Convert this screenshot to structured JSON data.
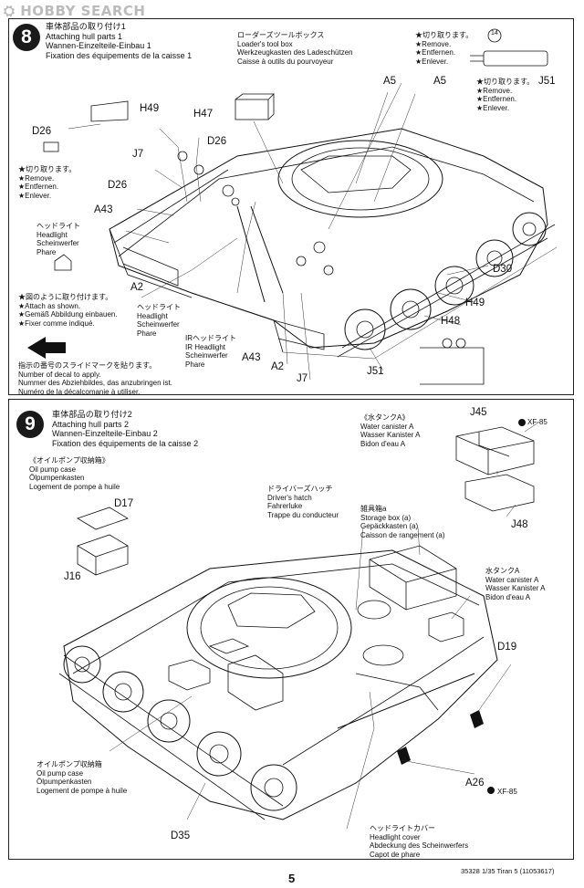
{
  "watermark": "HOBBY SEARCH",
  "step8": {
    "number": "8",
    "title": [
      "車体部品の取り付け1",
      "Attaching hull parts 1",
      "Wannen-Einzelteile-Einbau 1",
      "Fixation des équipements de la caisse 1"
    ],
    "toolbox": [
      "ローダーズツールボックス",
      "Loader's tool box",
      "Werkzeugkasten des Ladeschützen",
      "Caisse à outils du pourvoyeur"
    ],
    "remove_a": [
      "★切り取ります。",
      "★Remove.",
      "★Entfernen.",
      "★Enlever."
    ],
    "remove_b": [
      "★切り取ります。",
      "★Remove.",
      "★Entfernen.",
      "★Enlever."
    ],
    "remove_c": [
      "★切り取ります。",
      "★Remove.",
      "★Entfernen.",
      "★Enlever."
    ],
    "headlight": [
      "ヘッドライト",
      "Headlight",
      "Scheinwerfer",
      "Phare"
    ],
    "headlight2": [
      "ヘッドライト",
      "Headlight",
      "Scheinwerfer",
      "Phare"
    ],
    "ir_headlight": [
      "IRヘッドライト",
      "IR Headlight",
      "Scheinwerfer",
      "Phare"
    ],
    "attach": [
      "★図のように取り付けます。",
      "★Attach as shown.",
      "★Gemäß Abbildung einbauen.",
      "★Fixer comme indiqué."
    ],
    "decal": [
      "指示の番号のスライドマークを貼ります。",
      "Number of decal to apply.",
      "Nummer des Abziehbildes, das anzubringen ist.",
      "Numéro de la décalcomanie à utiliser."
    ],
    "callout": "14",
    "parts": {
      "A5a": "A5",
      "A5b": "A5",
      "J51a": "J51",
      "D26a": "D26",
      "H49": "H49",
      "H47": "H47",
      "D26b": "D26",
      "J7a": "J7",
      "D26c": "D26",
      "A43a": "A43",
      "A2a": "A2",
      "D30": "D30",
      "H49b": "H49",
      "H48": "H48",
      "A43b": "A43",
      "A2b": "A2",
      "J7b": "J7",
      "J51b": "J51"
    }
  },
  "step9": {
    "number": "9",
    "title": [
      "車体部品の取り付け2",
      "Attaching hull parts 2",
      "Wannen-Einzelteile-Einbau 2",
      "Fixation des équipements de la caisse 2"
    ],
    "water_a": [
      "《水タンクA》",
      "Water canister A",
      "Wasser Kanister A",
      "Bidon d'eau A"
    ],
    "oil_box": [
      "《オイルポンプ収納箱》",
      "Oil pump case",
      "Ölpumpenkasten",
      "Logement de pompe à huile"
    ],
    "drivers_hatch": [
      "ドライバーズハッチ",
      "Driver's hatch",
      "Fahrerluke",
      "Trappe du conducteur"
    ],
    "storage_box": [
      "雑具箱a",
      "Storage box (a)",
      "Gepäckkasten (a)",
      "Caisson de rangement (a)"
    ],
    "water_a2": [
      "水タンクA",
      "Water canister A",
      "Wasser Kanister A",
      "Bidon d'eau A"
    ],
    "oil_case2": [
      "オイルポンプ収納箱",
      "Oil pump case",
      "Ölpumpenkasten",
      "Logement de pompe à huile"
    ],
    "headlight_cover": [
      "ヘッドライトカバー",
      "Headlight cover",
      "Abdeckung des Scheinwerfers",
      "Capot de phare"
    ],
    "parts": {
      "J45": "J45",
      "XF85a": "XF-85",
      "J48": "J48",
      "D17": "D17",
      "J16": "J16",
      "D19": "D19",
      "A26": "A26",
      "XF85b": "XF-85",
      "D35": "D35"
    }
  },
  "footer": {
    "page": "5",
    "code": "35328  1/35 Tiran 5 (11053617)"
  }
}
